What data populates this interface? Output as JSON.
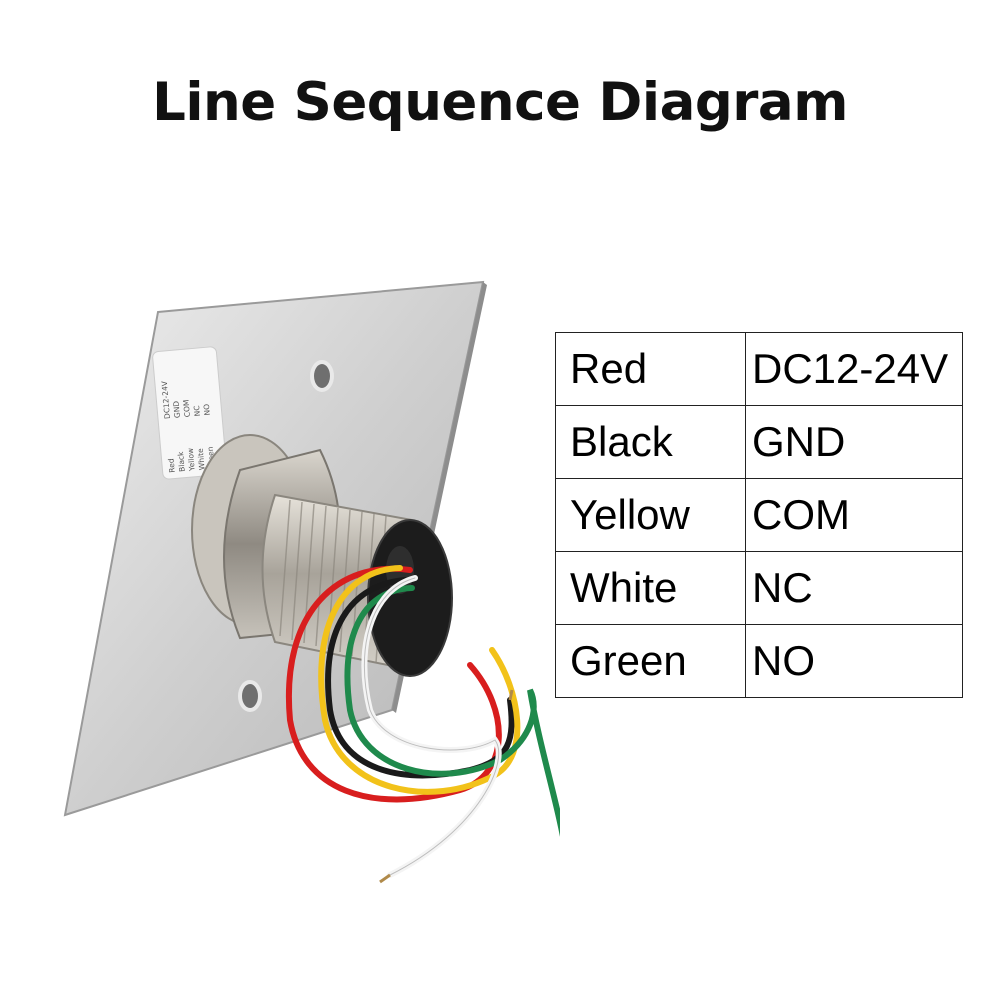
{
  "title": "Line Sequence Diagram",
  "wiring": [
    {
      "color": "Red",
      "function": "DC12-24V"
    },
    {
      "color": "Black",
      "function": "GND"
    },
    {
      "color": "Yellow",
      "function": "COM"
    },
    {
      "color": "White",
      "function": "NC"
    },
    {
      "color": "Green",
      "function": "NO"
    }
  ],
  "device_label": {
    "lines": [
      "Red",
      "Black",
      "Yellow",
      "White",
      "Green"
    ]
  },
  "wire_colors": {
    "red": "#d81e1e",
    "black": "#1a1a1a",
    "yellow": "#f2c21a",
    "white": "#f4f4f4",
    "green": "#1f8a4c"
  }
}
